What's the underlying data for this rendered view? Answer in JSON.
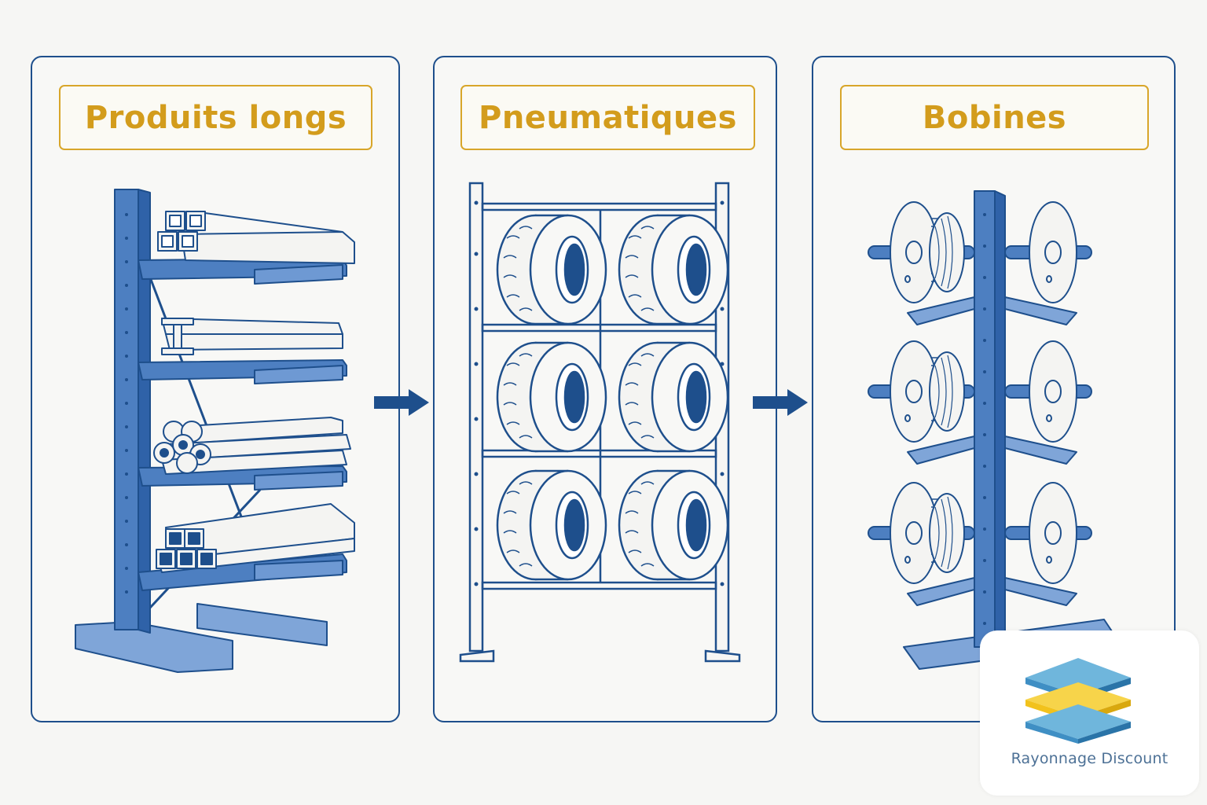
{
  "panels": [
    {
      "title": "Produits longs",
      "illustration": "cantilever-rack-icon"
    },
    {
      "title": "Pneumatiques",
      "illustration": "tire-rack-icon"
    },
    {
      "title": "Bobines",
      "illustration": "reel-rack-icon"
    }
  ],
  "arrows": [
    "arrow-right-icon",
    "arrow-right-icon"
  ],
  "logo": {
    "text": "Rayonnage Discount",
    "icon": "stacked-layers-logo-icon"
  },
  "colors": {
    "frame": "#1e4f8c",
    "steel": "#4d7fc1",
    "title": "#d39c1c",
    "logo_blue": "#3f8fc4",
    "logo_yellow": "#f2c21c"
  }
}
